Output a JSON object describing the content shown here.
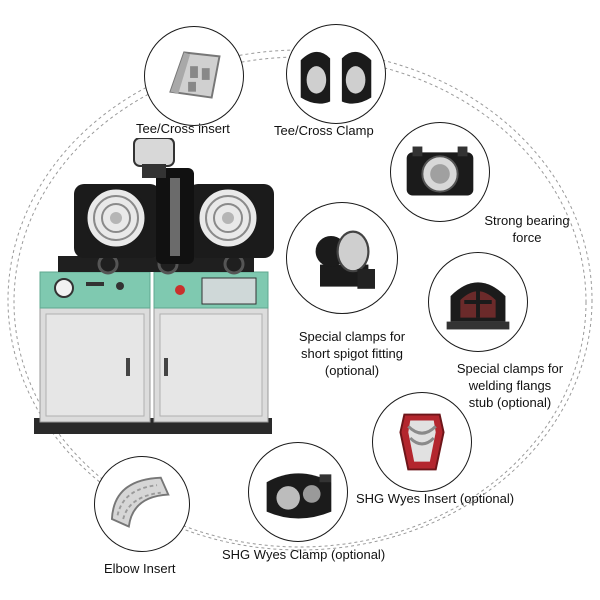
{
  "labels": {
    "tee_cross_insert": "Tee/Cross insert",
    "tee_cross_clamp": "Tee/Cross Clamp",
    "strong_bearing": [
      "Strong bearing",
      "force"
    ],
    "short_spigot": [
      "Special clamps for",
      "short spigot fitting",
      "(optional)"
    ],
    "welding_flangs": [
      "Special clamps for",
      "welding flangs",
      "stub (optional)"
    ],
    "shg_wyes_insert": "SHG Wyes Insert (optional)",
    "shg_wyes_clamp": "SHG Wyes Clamp (optional)",
    "elbow_insert": "Elbow Insert"
  },
  "colors": {
    "panel_green": "#7fc9b0",
    "cabinet_grey": "#d9d9d9",
    "machine_black": "#1b1b1b",
    "insert_red": "#b3262e"
  }
}
